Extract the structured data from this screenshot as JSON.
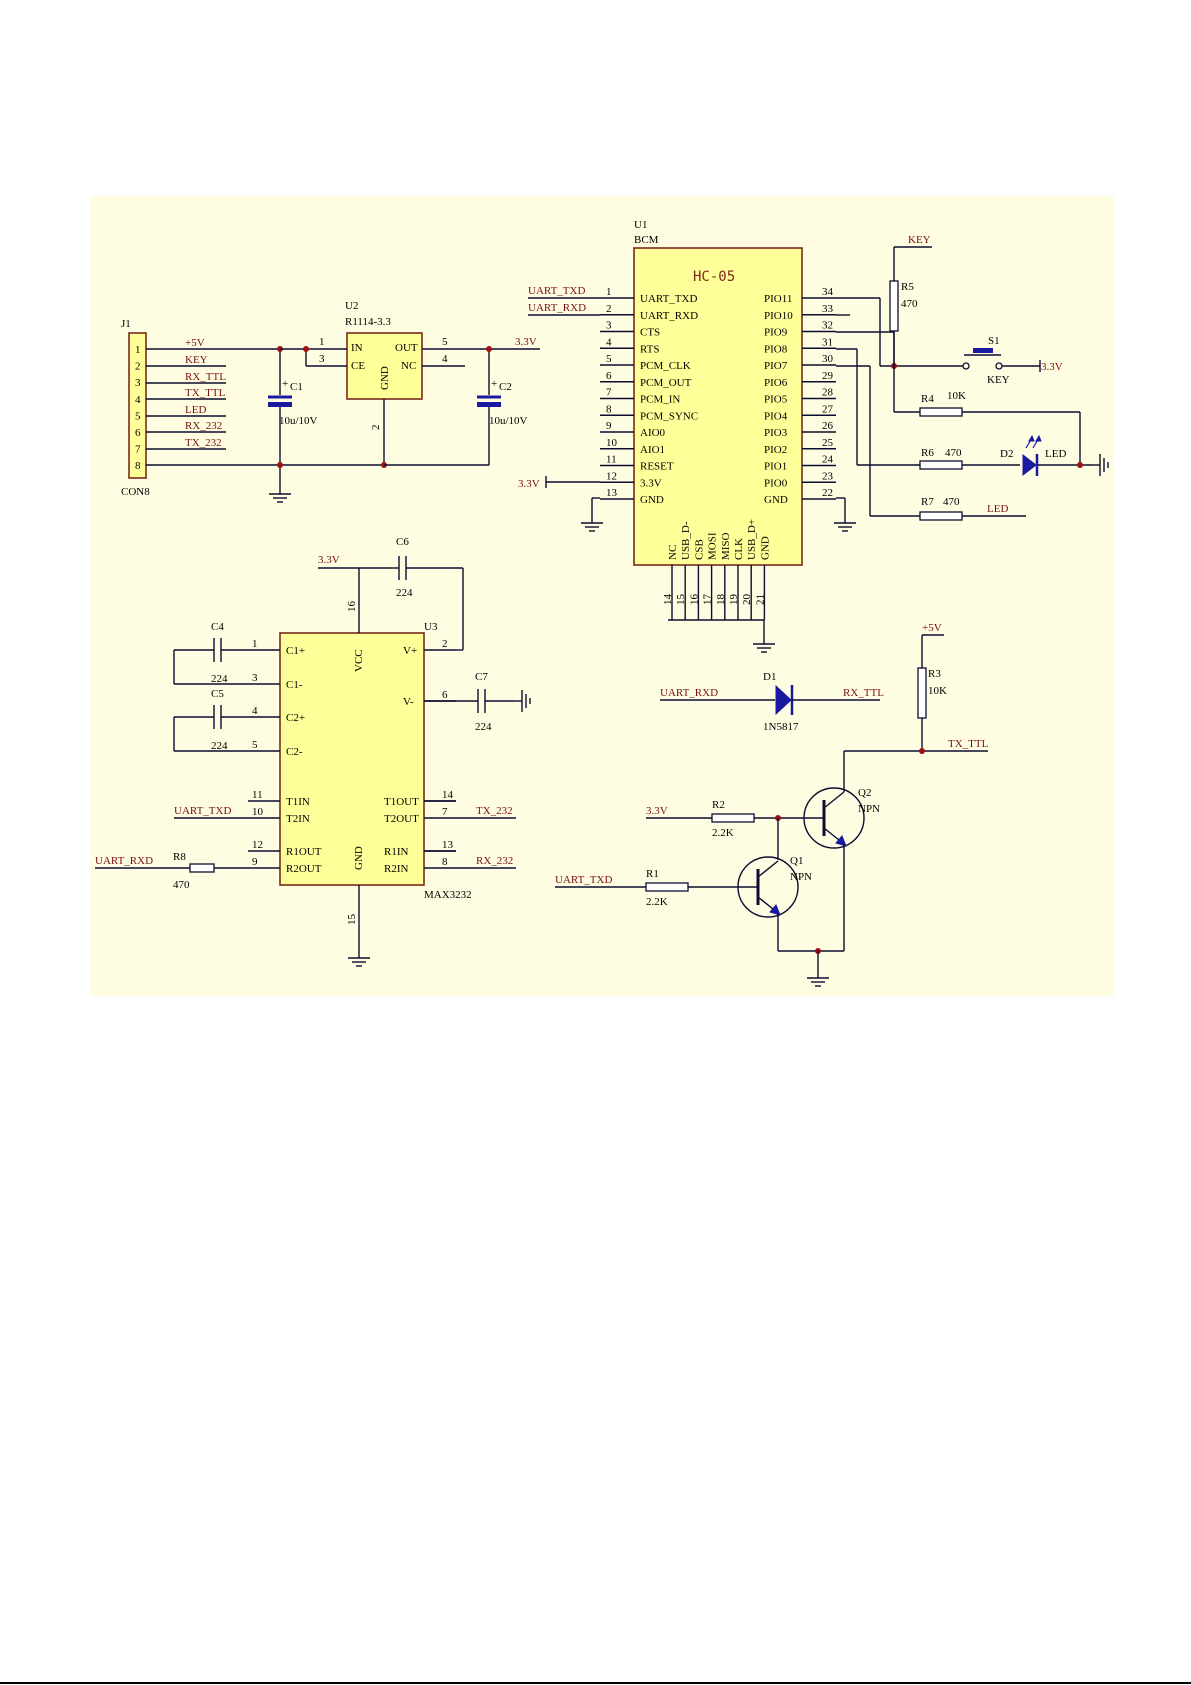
{
  "j1": {
    "ref": "J1",
    "part": "CON8",
    "pin_numbers": [
      "1",
      "2",
      "3",
      "4",
      "5",
      "6",
      "7",
      "8"
    ],
    "nets": [
      "+5V",
      "KEY",
      "RX_TTL",
      "TX_TTL",
      "LED",
      "RX_232",
      "TX_232"
    ]
  },
  "u2": {
    "ref": "U2",
    "part": "R1114-3.3",
    "pin_labels": [
      "IN",
      "CE",
      "OUT",
      "NC",
      "GND"
    ],
    "pin_numbers": [
      "1",
      "3",
      "5",
      "4",
      "2"
    ],
    "out_net": "3.3V"
  },
  "c1": {
    "ref": "C1",
    "value": "10u/10V",
    "polarity": "+"
  },
  "c2": {
    "ref": "C2",
    "value": "10u/10V",
    "polarity": "+"
  },
  "u1": {
    "ref": "U1",
    "part": "BCM",
    "title": "HC-05",
    "left_labels": [
      "UART_TXD",
      "UART_RXD",
      "CTS",
      "RTS",
      "PCM_CLK",
      "PCM_OUT",
      "PCM_IN",
      "PCM_SYNC",
      "AIO0",
      "AIO1",
      "RESET",
      "3.3V",
      "GND"
    ],
    "left_numbers": [
      "1",
      "2",
      "3",
      "4",
      "5",
      "6",
      "7",
      "8",
      "9",
      "10",
      "11",
      "12",
      "13"
    ],
    "right_labels": [
      "PIO11",
      "PIO10",
      "PIO9",
      "PIO8",
      "PIO7",
      "PIO6",
      "PIO5",
      "PIO4",
      "PIO3",
      "PIO2",
      "PIO1",
      "PIO0",
      "GND"
    ],
    "right_numbers": [
      "34",
      "33",
      "32",
      "31",
      "30",
      "29",
      "28",
      "27",
      "26",
      "25",
      "24",
      "23",
      "22"
    ],
    "bottom_labels": [
      "NC",
      "USB_D-",
      "CSB",
      "MOSI",
      "MISO",
      "CLK",
      "USB_D+",
      "GND"
    ],
    "bottom_numbers": [
      "14",
      "15",
      "16",
      "17",
      "18",
      "19",
      "20",
      "21"
    ],
    "left_nets": [
      "UART_TXD",
      "UART_RXD"
    ],
    "supply_net": "3.3V"
  },
  "r5": {
    "ref": "R5",
    "value": "470",
    "net": "KEY"
  },
  "s1": {
    "ref": "S1",
    "label": "KEY",
    "net": "3.3V"
  },
  "r4": {
    "ref": "R4",
    "value": "10K"
  },
  "r6": {
    "ref": "R6",
    "value": "470"
  },
  "d2": {
    "ref": "D2",
    "label": "LED"
  },
  "r7": {
    "ref": "R7",
    "value": "470",
    "net": "LED"
  },
  "u3": {
    "ref": "U3",
    "part": "MAX3232",
    "left_labels": [
      "C1+",
      "C1-",
      "C2+",
      "C2-",
      "T1IN",
      "T2IN",
      "R1OUT",
      "R2OUT"
    ],
    "left_numbers": [
      "1",
      "3",
      "4",
      "5",
      "11",
      "10",
      "12",
      "9"
    ],
    "right_labels": [
      "V+",
      "V-",
      "T1OUT",
      "T2OUT",
      "R1IN",
      "R2IN"
    ],
    "right_numbers": [
      "2",
      "6",
      "14",
      "7",
      "13",
      "8"
    ],
    "vcc_label": "VCC",
    "gnd_label": "GND",
    "vcc_pin": "16",
    "gnd_pin": "15",
    "supply_net": "3.3V",
    "nets": [
      "UART_TXD",
      "UART_RXD",
      "TX_232",
      "RX_232"
    ]
  },
  "c4": {
    "ref": "C4",
    "value": "224"
  },
  "c5": {
    "ref": "C5",
    "value": "224"
  },
  "c6": {
    "ref": "C6",
    "value": "224"
  },
  "c7": {
    "ref": "C7",
    "value": "224"
  },
  "r8": {
    "ref": "R8",
    "value": "470"
  },
  "d1": {
    "ref": "D1",
    "part": "1N5817",
    "in_net": "UART_RXD",
    "out_net": "RX_TTL"
  },
  "r3": {
    "ref": "R3",
    "value": "10K",
    "net": "+5V"
  },
  "tx_ttl_net": "TX_TTL",
  "q1": {
    "ref": "Q1",
    "type": "NPN"
  },
  "q2": {
    "ref": "Q2",
    "type": "NPN"
  },
  "r2": {
    "ref": "R2",
    "value": "2.2K",
    "net": "3.3V"
  },
  "r1": {
    "ref": "R1",
    "value": "2.2K",
    "net": "UART_TXD"
  }
}
